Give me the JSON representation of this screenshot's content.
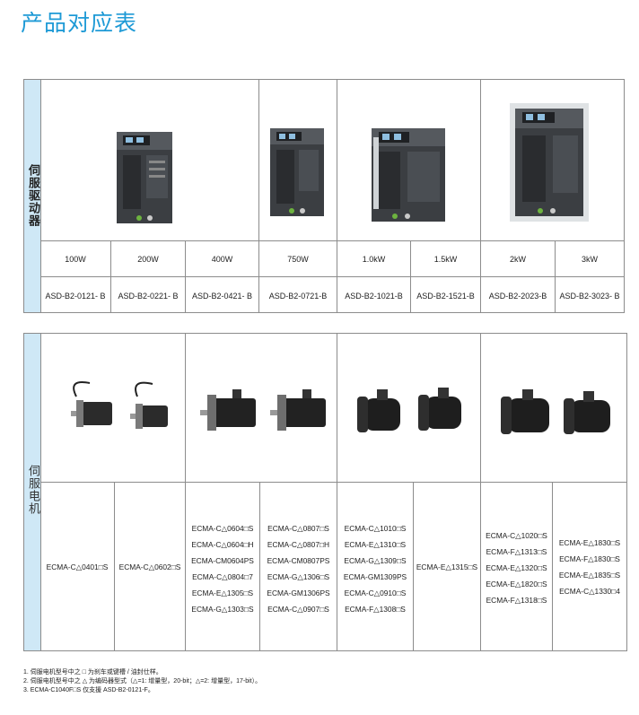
{
  "page_title": "产品对应表",
  "drives": {
    "section_label": "伺服驱动器",
    "powers": [
      "100W",
      "200W",
      "400W",
      "750W",
      "1.0kW",
      "1.5kW",
      "2kW",
      "3kW"
    ],
    "models": [
      "ASD-B2-0121- B",
      "ASD-B2-0221- B",
      "ASD-B2-0421- B",
      "ASD-B2-0721-B",
      "ASD-B2-1021-B",
      "ASD-B2-1521-B",
      "ASD-B2-2023-B",
      "ASD-B2-3023- B"
    ]
  },
  "motors": {
    "section_label": "伺服电机",
    "groups": [
      [
        "ECMA-C△0401□S"
      ],
      [
        "ECMA-C△0602□S"
      ],
      [
        "ECMA-C△0604□S",
        "ECMA-C△0604□H",
        "ECMA-CM0604PS",
        "ECMA-C△0804□7",
        "ECMA-E△1305□S",
        "ECMA-G△1303□S"
      ],
      [
        "ECMA-C△0807□S",
        "ECMA-C△0807□H",
        "ECMA-CM0807PS",
        "ECMA-G△1306□S",
        "ECMA-GM1306PS",
        "ECMA-C△0907□S"
      ],
      [
        "ECMA-C△1010□S",
        "ECMA-E△1310□S",
        "ECMA-G△1309□S",
        "ECMA-GM1309PS",
        "ECMA-C△0910□S",
        "ECMA-F△1308□S"
      ],
      [
        "ECMA-E△1315□S"
      ],
      [
        "ECMA-C△1020□S",
        "ECMA-F△1313□S",
        "ECMA-E△1320□S",
        "ECMA-E△1820□S",
        "ECMA-F△1318□S"
      ],
      [
        "ECMA-E△1830□S",
        "ECMA-F△1830□S",
        "ECMA-E△1835□S",
        "ECMA-C△1330□4"
      ]
    ]
  },
  "notes": [
    "1. 伺服电机型号中之 □ 为刹车或键槽 / 油封仕样。",
    "2. 伺服电机型号中之 △ 为编码器型式（△=1: 增量型，20-bit；△=2: 增量型，17-bit）。",
    "3. ECMA-C1040F□S 仅支援 ASD-B2-0121-F。"
  ],
  "colors": {
    "title": "#1e9ad6",
    "side_band": "#cfe8f6",
    "border": "#8c8c8c"
  }
}
